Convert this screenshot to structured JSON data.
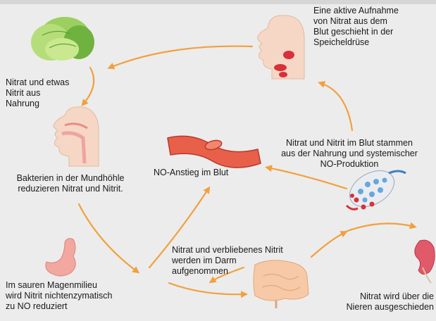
{
  "labels": {
    "nahrung": "Nitrat und etwas\nNitrit aus\nNahrung",
    "speicheldruese": "Eine aktive Aufnahme\nvon Nitrat aus dem\nBlut geschieht in der\nSpeicheldrüse",
    "blut_quelle": "Nitrat und Nitrit im Blut stammen\naus der Nahrung und systemischer\nNO-Produktion",
    "mundhoehle": "Bakterien in der Mundhöhle\nreduzieren Nitrat und Nitrit.",
    "no_anstieg": "NO-Anstieg im Blut",
    "darm": "Nitrat und verbliebenes Nitrit\nwerden im Darm\naufgenommen",
    "magen": "Im sauren Magenmilieu\nwird Nitrit nichtenzymatisch\nzu NO reduziert",
    "nieren": "Nitrat wird über die\nNieren ausgeschieden"
  },
  "colors": {
    "arrow": "#f2a03d",
    "background": "#ececec",
    "vessel": "#e8604a",
    "organ_stomach": "#f2a8a0",
    "organ_intestine": "#f7c9a6",
    "kidney": "#e05a6a",
    "lettuce": "#8cc152"
  },
  "icons": [
    "lettuce-icon",
    "head-salivary-icon",
    "head-mouth-icon",
    "blood-vessel-icon",
    "capillary-icon",
    "stomach-icon",
    "intestine-icon",
    "kidney-icon"
  ]
}
